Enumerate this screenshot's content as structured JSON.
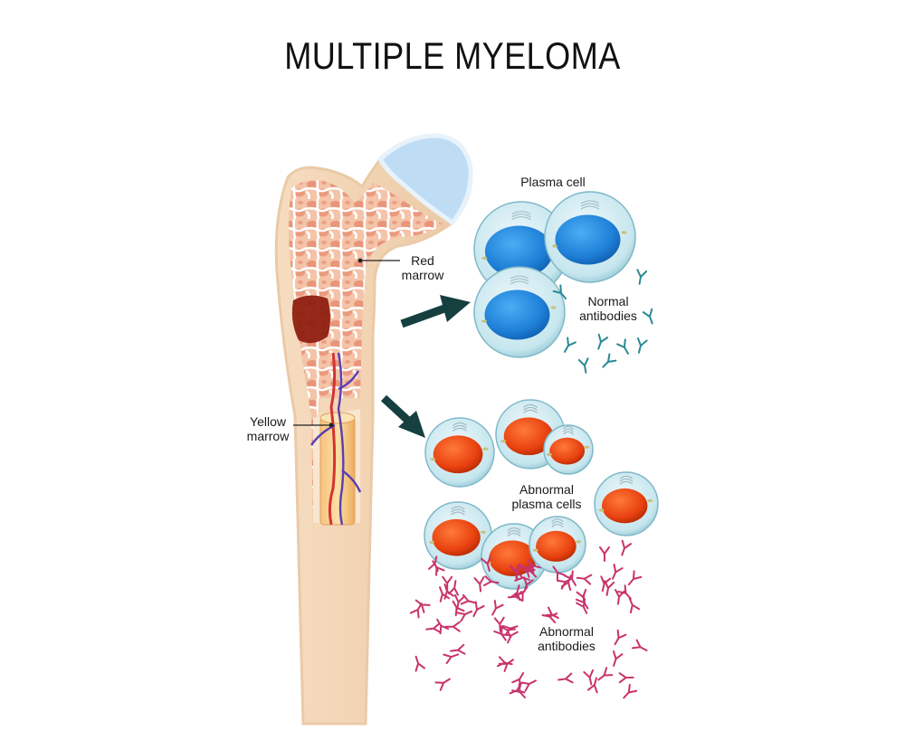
{
  "title": "MULTIPLE MYELOMA",
  "labels": {
    "red_marrow": [
      "Red",
      "marrow"
    ],
    "yellow_marrow": [
      "Yellow",
      "marrow"
    ],
    "plasma_cell": "Plasma cell",
    "normal_antibodies": [
      "Normal",
      "antibodies"
    ],
    "abnormal_plasma_cells": [
      "Abnormal",
      "plasma cells"
    ],
    "abnormal_antibodies": [
      "Abnormal",
      "antibodies"
    ]
  },
  "colors": {
    "bone_outer": "#f3d7b8",
    "bone_inner": "#f0b79a",
    "cartilage": "#cde3f7",
    "normal_nucleus": "#1e7fd6",
    "abnormal_nucleus": "#e8410f",
    "cell_membrane": "#cfe9f0",
    "arrow": "#163f3f",
    "normal_antibody": "#2a8a93",
    "abnormal_antibody": "#c9336a",
    "tumor": "#8e1f10"
  },
  "icons": {
    "arrow_to_normal": "arrow-icon",
    "arrow_to_abnormal": "arrow-icon"
  }
}
